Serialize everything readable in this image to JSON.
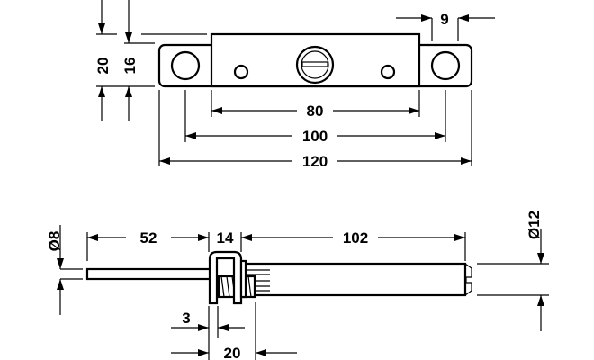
{
  "top_view": {
    "dims": {
      "height_outer": "20",
      "height_inner": "16",
      "hole_dia": "9",
      "block_length": "80",
      "hole_spacing": "100",
      "overall_length": "120"
    }
  },
  "side_view": {
    "dims": {
      "rod_dia": "Ø8",
      "rod_length": "52",
      "bracket_width": "14",
      "body_length": "102",
      "body_dia": "Ø12",
      "wall": "3",
      "thread": "20"
    }
  }
}
